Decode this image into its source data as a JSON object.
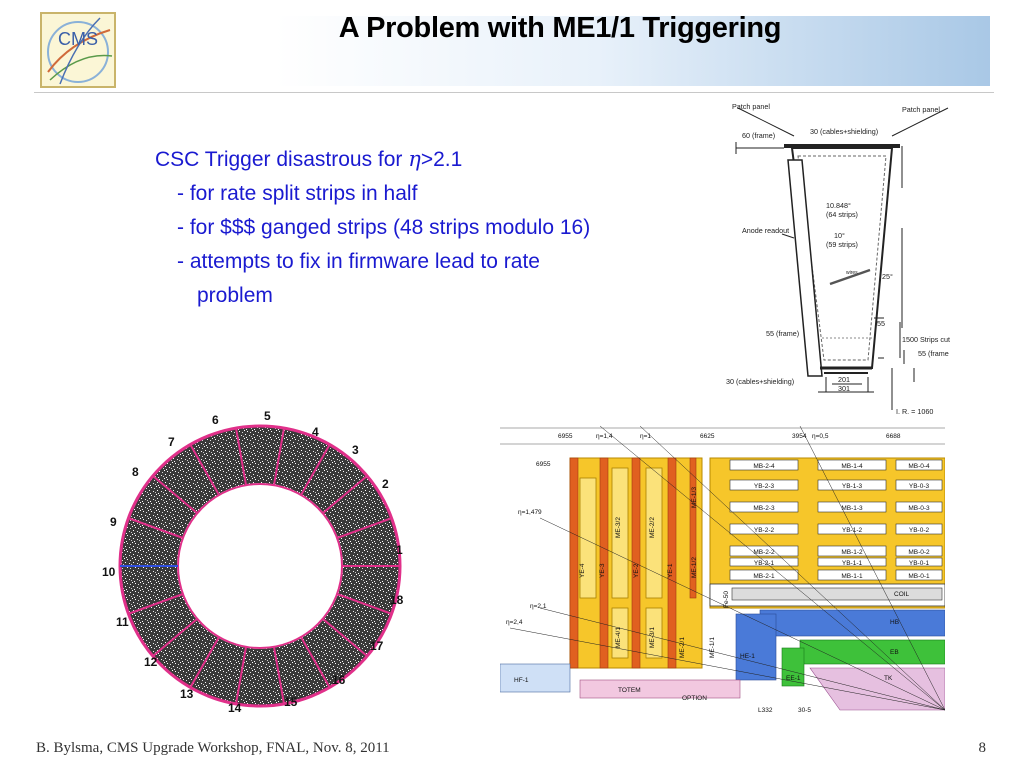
{
  "slide": {
    "title": "A Problem with ME1/1 Triggering",
    "logo_text": "CMS",
    "bullets": [
      {
        "level": 0,
        "prefix": "CSC Trigger disastrous for  ",
        "symbol": "η",
        "suffix": ">2.1"
      },
      {
        "level": 1,
        "text": "- for rate split strips in half"
      },
      {
        "level": 1,
        "text": "- for $$$ ganged strips (48 strips modulo 16)"
      },
      {
        "level": 1,
        "text": "- attempts to fix in firmware lead to rate"
      },
      {
        "level": 2,
        "text": "problem"
      }
    ],
    "footer": "B. Bylsma, CMS Upgrade Workshop, FNAL, Nov. 8, 2011",
    "page_number": "8"
  },
  "chamber_diagram": {
    "labels": {
      "patch_panel_left": "Patch panel",
      "patch_panel_right": "Patch panel",
      "frame_60": "60  (frame)",
      "cables_30": "30  (cables+shielding)",
      "angle_top": "10.848°",
      "strips_top": "(64 strips)",
      "angle_mid": "10°",
      "strips_mid": "(59 strips)",
      "anode": "Anode readout",
      "wires": "wires",
      "angle_25": "25°",
      "frame_55_left": "55  (frame)",
      "dim_55": "55",
      "strips_cut": "1500  Strips cut",
      "frame_55_right": "55  (frame",
      "cables_30_bottom": "30  (cables+shielding)",
      "dim_201": "201",
      "dim_301": "301",
      "ir": "I. R. = 1060"
    }
  },
  "ring_figure": {
    "labels": [
      "1",
      "2",
      "3",
      "4",
      "5",
      "6",
      "7",
      "8",
      "9",
      "10",
      "11",
      "12",
      "13",
      "14",
      "15",
      "16",
      "17",
      "18"
    ]
  },
  "quadrant_figure": {
    "top_labels": {
      "d1": "6955",
      "eta14": "η=1,4",
      "eta1": "η=1",
      "d2": "6625",
      "d3": "3954",
      "eta05": "η=0,5",
      "d4": "6688"
    },
    "left_labels": {
      "d5": "6955",
      "eta179": "η=1,479",
      "eta21": "η=2,1",
      "eta24": "η=2,4"
    },
    "mb_rows": [
      [
        "MB-2-4",
        "MB-1-4",
        "MB-0-4"
      ],
      [
        "YB-2-3",
        "YB-1-3",
        "YB-0-3"
      ],
      [
        "MB-2-3",
        "MB-1-3",
        "MB-0-3"
      ],
      [
        "YB-2-2",
        "YB-1-2",
        "YB-0-2"
      ],
      [
        "MB-2-2",
        "MB-1-2",
        "MB-0-2"
      ],
      [
        "YB-2-1",
        "YB-1-1",
        "YB-0-1"
      ],
      [
        "MB-2-1",
        "MB-1-1",
        "MB-0-1"
      ]
    ],
    "endcap_labels": {
      "ye4": "YE-4",
      "me41": "ME-4/1",
      "ye3": "YE-3",
      "me32": "ME-3/2",
      "me31": "ME-3/1",
      "ye2": "YE-2",
      "me22": "ME-2/2",
      "me21": "ME-2/1",
      "ye1": "YE-1",
      "me13": "ME-1/3",
      "me12": "ME-1/2",
      "me11": "ME-1/1",
      "fe50": "Fe-50",
      "he1": "HE-1",
      "ee1": "EE-1",
      "hf1": "HF-1",
      "totem": "TOTEM",
      "option": "OPTION"
    },
    "barrel_labels": {
      "coil": "COIL",
      "hb": "HB",
      "eb": "EB",
      "tk": "TK"
    },
    "bottom_labels": {
      "d6": "L332",
      "d7": "30-5"
    }
  }
}
